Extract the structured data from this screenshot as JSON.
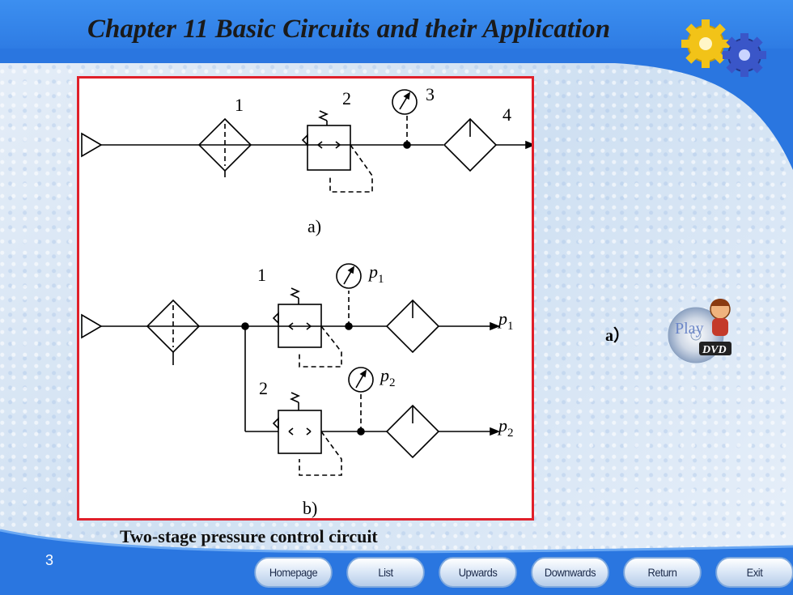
{
  "slide": {
    "title": "Chapter 11 Basic Circuits and their Application",
    "caption": "Two-stage pressure control circuit",
    "page_number": "3",
    "side_label": "a）"
  },
  "diagram": {
    "part_a": {
      "label": "a)",
      "numbers": [
        "1",
        "2",
        "3",
        "4"
      ]
    },
    "part_b": {
      "label": "b)",
      "numbers": [
        "1",
        "2"
      ],
      "p1": "p",
      "p1_sub": "1",
      "p2": "p",
      "p2_sub": "2"
    }
  },
  "dvd_badge": {
    "play": "Play",
    "dvd": "DVD"
  },
  "nav": {
    "homepage": "Homepage",
    "list": "List",
    "upwards": "Upwards",
    "downwards": "Downwards",
    "return": "Return",
    "exit": "Exit"
  },
  "colors": {
    "header_blue": "#2f7fe8",
    "frame_red": "#e0202a",
    "gear_yellow": "#f2c318",
    "gear_blue": "#3a56c8"
  }
}
